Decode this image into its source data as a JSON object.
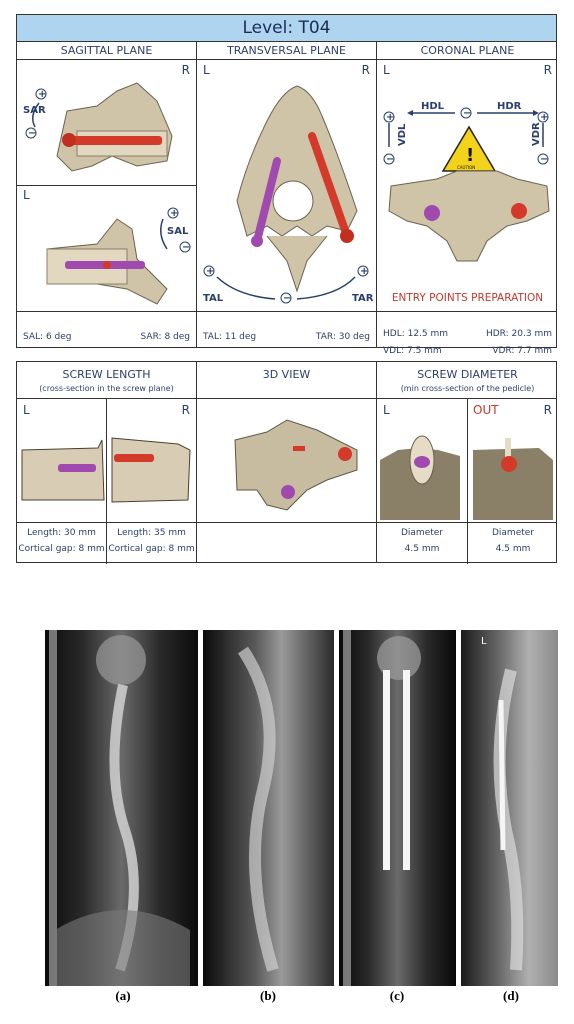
{
  "top": {
    "level_title": "Level: T04",
    "sagittal": {
      "title": "SAGITTAL PLANE",
      "top_left": "",
      "top_right": "R",
      "bottom_left": "L",
      "ctrl_top": "SAR",
      "ctrl_bottom": "SAL",
      "footer_left": "SAL: 6 deg",
      "footer_right": "SAR: 8 deg"
    },
    "transversal": {
      "title": "TRANSVERSAL PLANE",
      "left": "L",
      "right": "R",
      "ctrl_left": "TAL",
      "ctrl_right": "TAR",
      "footer_left": "TAL: 11 deg",
      "footer_right": "TAR: 30 deg"
    },
    "coronal": {
      "title": "CORONAL PLANE",
      "left": "L",
      "right": "R",
      "ctrl_hdl": "HDL",
      "ctrl_hdr": "HDR",
      "ctrl_vdl": "VDL",
      "ctrl_vdr": "VDR",
      "caution": "CAUTION",
      "entry_text": "ENTRY POINTS PREPARATION",
      "footer_hdl": "HDL: 12.5 mm",
      "footer_hdr": "HDR: 20.3 mm",
      "footer_vdl": "VDL: 7.5 mm",
      "footer_vdr": "VDR: 7.7 mm"
    }
  },
  "bottom": {
    "screw_length": {
      "title": "SCREW LENGTH",
      "subtitle": "(cross-section in the screw plane)",
      "left": "L",
      "right": "R",
      "left_len": "Length: 30 mm",
      "left_gap": "Cortical gap: 8 mm",
      "right_len": "Length: 35 mm",
      "right_gap": "Cortical gap: 8 mm"
    },
    "view3d": {
      "title": "3D VIEW"
    },
    "screw_diameter": {
      "title": "SCREW DIAMETER",
      "subtitle": "(min cross-section of the pedicle)",
      "left": "L",
      "out": "OUT",
      "right": "R",
      "left_d_label": "Diameter",
      "left_d_value": "4.5 mm",
      "right_d_label": "Diameter",
      "right_d_value": "4.5 mm"
    }
  },
  "xrays": {
    "captions": [
      "(a)",
      "(b)",
      "(c)",
      "(d)"
    ],
    "label_d_marker": "L"
  },
  "colors": {
    "header_blue": "#aed4f0",
    "text_blue": "#2b3f6b",
    "bone": "#d8ccb4",
    "screw_red": "#d43a2a",
    "screw_purple": "#a04ab0",
    "warning_yellow": "#f2d21b"
  }
}
